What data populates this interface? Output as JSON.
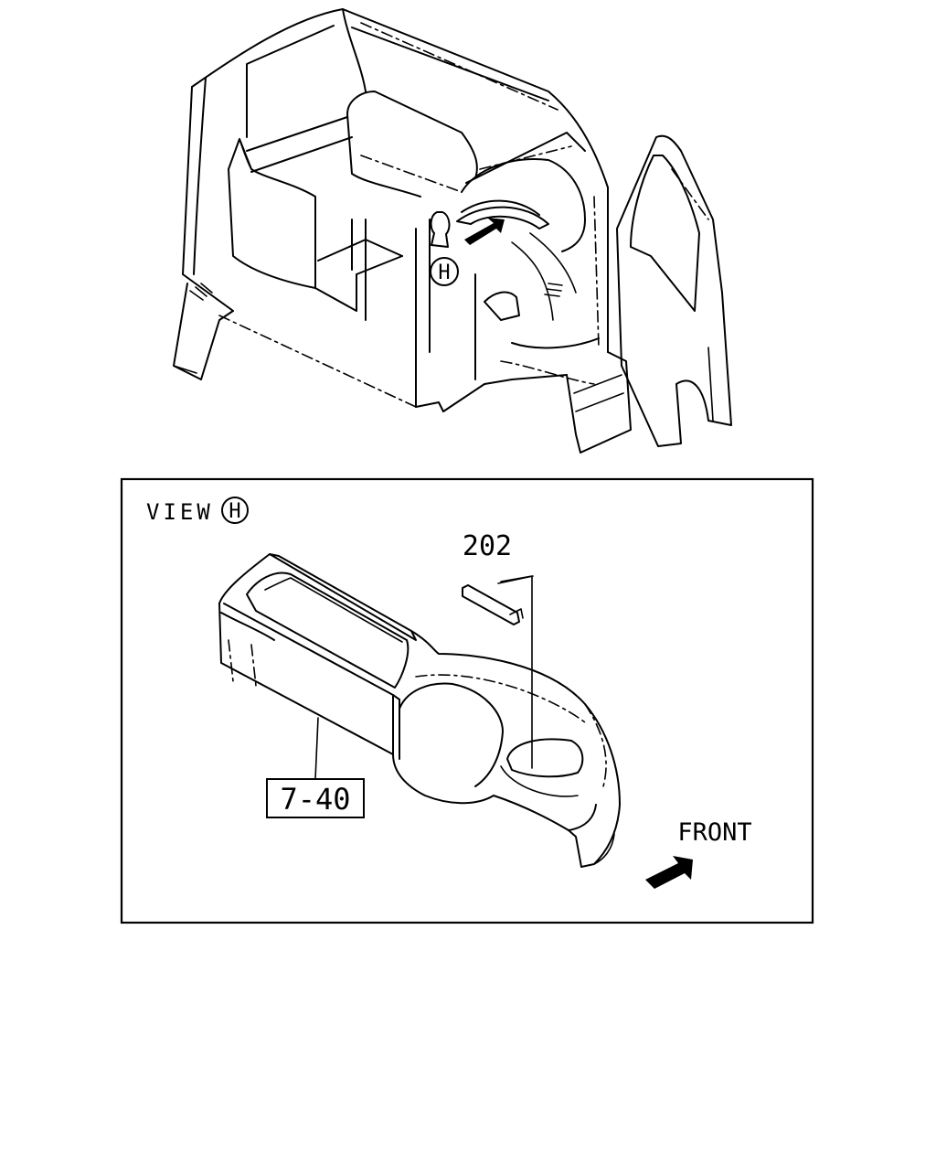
{
  "diagram": {
    "callout_overview": "H",
    "view_prefix": "VIEW",
    "view_letter": "H",
    "part_number_202": "202",
    "part_ref_7_40": "7-40",
    "front_label": "FRONT"
  }
}
